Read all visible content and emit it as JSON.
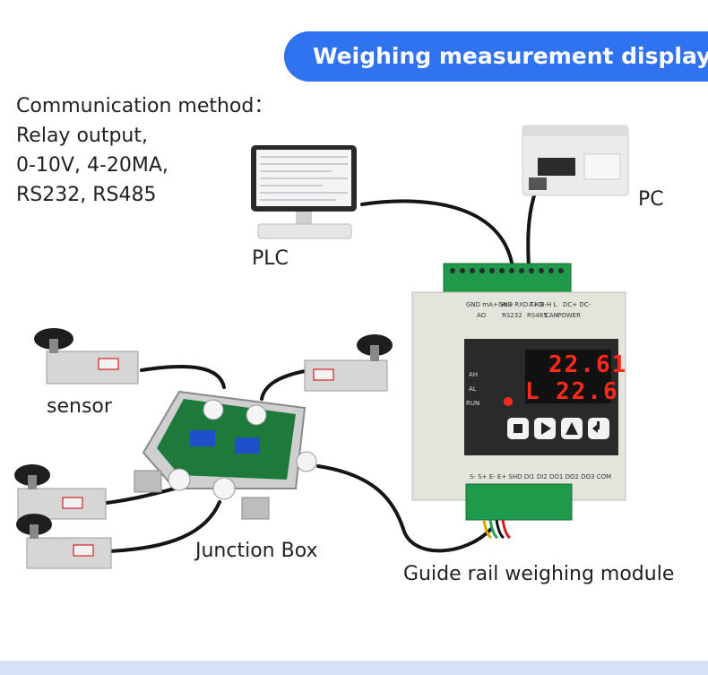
{
  "title": "Weighing measurement display",
  "communication": {
    "heading": "Communication method：",
    "lines": [
      "Relay output,",
      "0-10V, 4-20MA,",
      "RS232, RS485"
    ]
  },
  "labels": {
    "pc": "PC",
    "plc": "PLC",
    "sensor": "sensor",
    "junction_box": "Junction Box",
    "module": "Guide rail weighing module"
  },
  "module": {
    "top_terminals": [
      "GND mA+ Vo+",
      "GND RXD TXD",
      "A+ B-",
      "H L",
      "DC+ DC-"
    ],
    "top_groups": [
      "AO",
      "RS232",
      "RS485",
      "CAN",
      "POWER"
    ],
    "bottom_terminals": "S- S+ E- E+ SHD DI1 DI2 DO1 DO2 DO3 COM",
    "indicators": [
      "AH",
      "AL",
      "RUN"
    ],
    "display_top": "22.61",
    "display_bottom_left": "L",
    "display_bottom": "22.6"
  },
  "colors": {
    "accent": "#2f73f0",
    "terminal_green": "#1f9a4a",
    "display_red": "#ff2a1a"
  }
}
